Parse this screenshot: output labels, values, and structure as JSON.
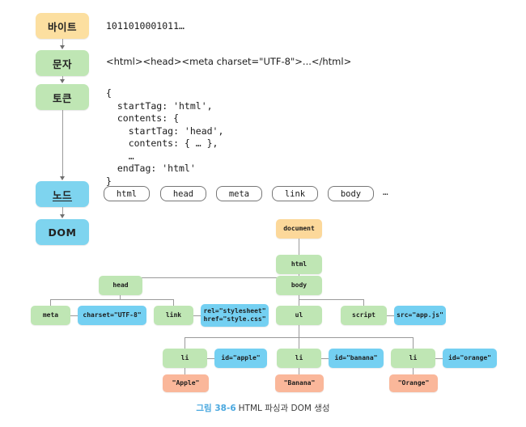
{
  "pipeline": {
    "stages": [
      {
        "label": "바이트",
        "color": "#fcdfa0",
        "kind": "byte"
      },
      {
        "label": "문자",
        "color": "#bfe6b4",
        "kind": "char"
      },
      {
        "label": "토큰",
        "color": "#bfe6b4",
        "kind": "token"
      },
      {
        "label": "노드",
        "color": "#7ed4ef",
        "kind": "node"
      },
      {
        "label": "DOM",
        "color": "#7ed4ef",
        "kind": "dom"
      }
    ]
  },
  "samples": {
    "bytes": "1011010001011…",
    "chars": "<html><head><meta charset=\"UTF-8\">...</html>",
    "tokens": "{\n  startTag: 'html',\n  contents: {\n    startTag: 'head',\n    contents: { … },\n    …\n  endTag: 'html'\n}"
  },
  "node_pills": {
    "items": [
      "html",
      "head",
      "meta",
      "link",
      "body"
    ],
    "ellipsis": "…"
  },
  "dom_tree": {
    "nodes": [
      {
        "id": "document",
        "label": "document",
        "type": "document"
      },
      {
        "id": "html",
        "label": "html",
        "type": "element"
      },
      {
        "id": "head",
        "label": "head",
        "type": "element"
      },
      {
        "id": "body",
        "label": "body",
        "type": "element"
      },
      {
        "id": "meta",
        "label": "meta",
        "type": "element"
      },
      {
        "id": "meta-charset",
        "label": "charset=\"UTF-8\"",
        "type": "attribute"
      },
      {
        "id": "link",
        "label": "link",
        "type": "element"
      },
      {
        "id": "link-attrs",
        "label": "rel=\"stylesheet\"\nhref=\"style.css\"",
        "type": "attribute"
      },
      {
        "id": "ul",
        "label": "ul",
        "type": "element"
      },
      {
        "id": "script",
        "label": "script",
        "type": "element"
      },
      {
        "id": "script-src",
        "label": "src=\"app.js\"",
        "type": "attribute"
      },
      {
        "id": "li-1",
        "label": "li",
        "type": "element"
      },
      {
        "id": "li-1-id",
        "label": "id=\"apple\"",
        "type": "attribute"
      },
      {
        "id": "li-1-text",
        "label": "\"Apple\"",
        "type": "text"
      },
      {
        "id": "li-2",
        "label": "li",
        "type": "element"
      },
      {
        "id": "li-2-id",
        "label": "id=\"banana\"",
        "type": "attribute"
      },
      {
        "id": "li-2-text",
        "label": "\"Banana\"",
        "type": "text"
      },
      {
        "id": "li-3",
        "label": "li",
        "type": "element"
      },
      {
        "id": "li-3-id",
        "label": "id=\"orange\"",
        "type": "attribute"
      },
      {
        "id": "li-3-text",
        "label": "\"Orange\"",
        "type": "text"
      }
    ],
    "legend_colors": {
      "document": "#fcd89a",
      "element": "#bfe6b4",
      "attribute": "#74d0f2",
      "text": "#fab79a"
    }
  },
  "caption": {
    "figure_number": "그림 38-6",
    "title": "HTML 파싱과 DOM 생성"
  }
}
